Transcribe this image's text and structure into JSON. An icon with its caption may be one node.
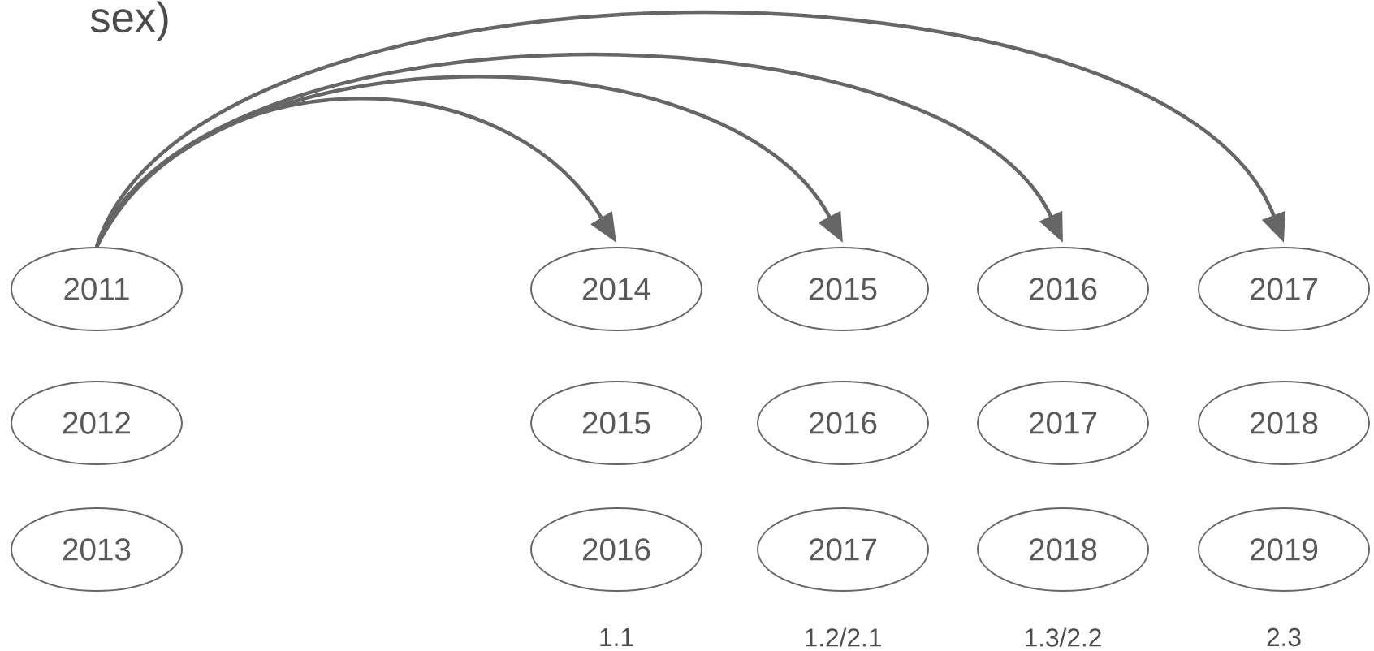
{
  "diagram": {
    "nodes": [
      {
        "text": [
          "2011"
        ]
      },
      {
        "text": [
          "2014"
        ]
      },
      {
        "text": [
          "2015"
        ]
      },
      {
        "text": [
          "2016"
        ]
      },
      {
        "text": [
          "2017"
        ]
      },
      {
        "text": [
          "2012"
        ]
      },
      {
        "text": [
          "2015"
        ]
      },
      {
        "text": [
          "2016"
        ]
      },
      {
        "text": [
          "2017"
        ]
      },
      {
        "text": [
          "2018"
        ]
      },
      {
        "text": [
          "2013"
        ]
      },
      {
        "text": [
          "2016"
        ]
      },
      {
        "text": [
          "2017"
        ]
      },
      {
        "text": [
          "2018"
        ]
      },
      {
        "text": [
          "2019"
        ]
      }
    ],
    "edges": [
      {
        "from": 0,
        "to": 1,
        "arrow": "to"
      },
      {
        "from": 0,
        "to": 2,
        "arrow": "to"
      },
      {
        "from": 0,
        "to": 3,
        "arrow": "to"
      },
      {
        "from": 0,
        "to": 4,
        "arrow": "to"
      }
    ],
    "labels": [
      "sex)",
      "1.1",
      "1.2/2.1",
      "1.3/2.2",
      "2.3"
    ]
  }
}
